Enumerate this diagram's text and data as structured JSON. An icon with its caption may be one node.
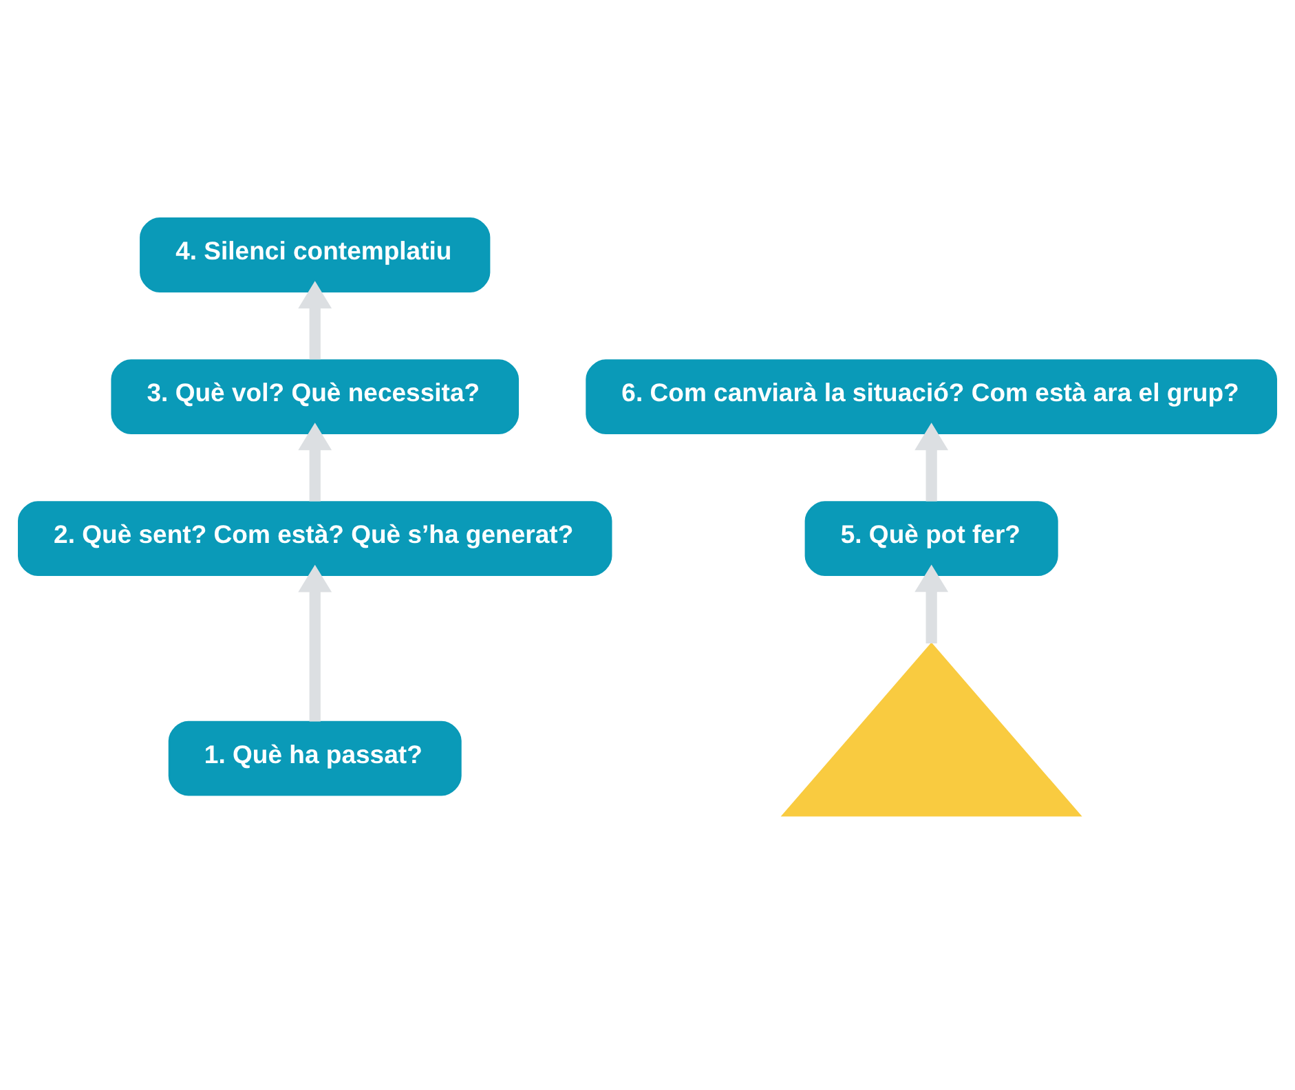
{
  "diagram": {
    "nodes": [
      {
        "text": [
          "1. Què ha passat?"
        ]
      },
      {
        "text": [
          "2. Què sent? Com està? Què s’ha generat?"
        ]
      },
      {
        "text": [
          "3. Què vol? Què necessita?"
        ]
      },
      {
        "text": [],
        "shape": "triangle"
      },
      {
        "text": [
          "4. Silenci contemplatiu"
        ]
      },
      {
        "text": [
          "5. Què pot fer?"
        ]
      },
      {
        "text": [
          "6. Com canviarà la situació? Com està ara el grup?"
        ]
      }
    ],
    "edges": [
      {
        "from": 0,
        "to": 1,
        "arrow": "to"
      },
      {
        "from": 1,
        "to": 2,
        "arrow": "to"
      },
      {
        "from": 2,
        "to": 4,
        "arrow": "to"
      },
      {
        "from": 3,
        "to": 5,
        "arrow": "to"
      },
      {
        "from": 5,
        "to": 6,
        "arrow": "to"
      }
    ]
  }
}
